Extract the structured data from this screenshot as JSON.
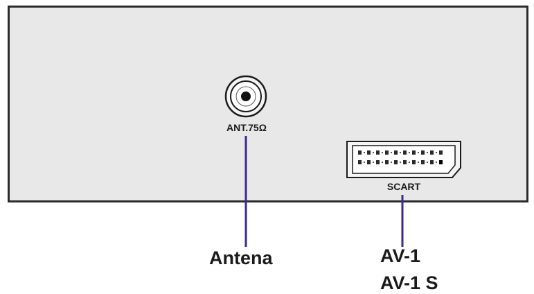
{
  "panel": {
    "antenna_port_label": "ANT.75Ω",
    "scart_port_label": "SCART"
  },
  "callouts": {
    "antenna": "Antena",
    "av1": "AV-1",
    "av1s": "AV-1 S"
  },
  "colors": {
    "panel_fill": "#e8e8e8",
    "panel_border": "#2b2b2b",
    "leader_line": "#3a2b8c",
    "text": "#1a1a1a"
  }
}
